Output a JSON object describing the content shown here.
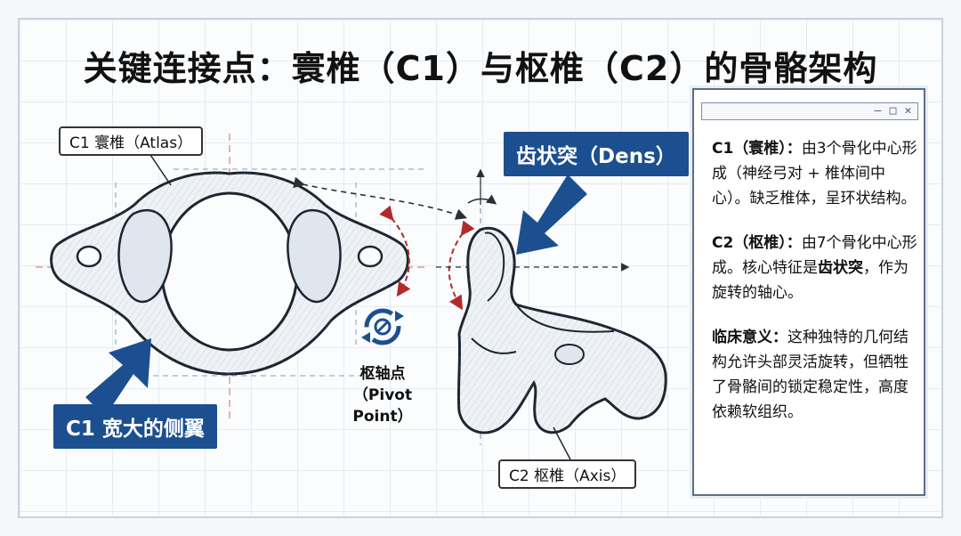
{
  "title": "关键连接点：寰椎（C1）与枢椎（C2）的骨骼架构",
  "labels": {
    "c1_atlas": "C1 寰椎（Atlas）",
    "c2_axis": "C2 枢椎（Axis）",
    "dens": "齿状突（Dens）",
    "c1_wing": "C1 宽大的侧翼",
    "pivot_line1": "枢轴点",
    "pivot_line2": "（Pivot Point）"
  },
  "panel": {
    "controls": [
      "—",
      "□",
      "✕"
    ],
    "c1_title": "C1（寰椎）：",
    "c1_text": "由3个骨化中心形成（神经弓对 + 椎体间中心）。缺乏椎体，呈环状结构。",
    "c2_title": "C2（枢椎）：",
    "c2_text_a": "由7个骨化中心形成。核心特征是",
    "c2_highlight": "齿状突",
    "c2_text_b": "，作为旋转的轴心。",
    "clinical_title": "临床意义：",
    "clinical_text": "这种独特的几何结构允许头部灵活旋转，但牺牲了骨骼间的锁定稳定性，高度依赖软组织。"
  },
  "icons": {
    "pivot": "rotate-arrows-icon"
  },
  "colors": {
    "accent_blue": "#1c4f8f",
    "arrow_red": "#b32a2a",
    "bone_shade": "#dfe6ee"
  }
}
